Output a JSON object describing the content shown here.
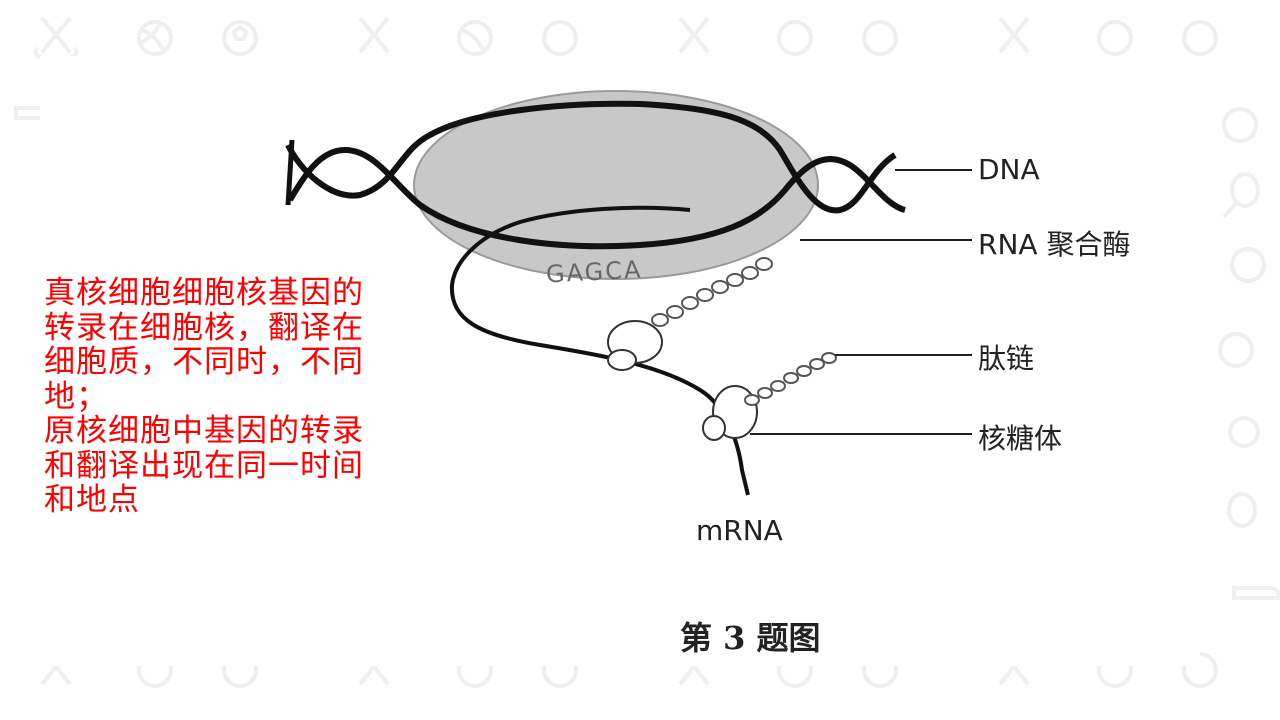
{
  "diagram": {
    "labels": {
      "dna": "DNA",
      "rna_polymerase": "RNA 聚合酶",
      "peptide_chain": "肽链",
      "ribosome": "核糖体",
      "mrna": "mRNA",
      "sequence": "GAGCA"
    },
    "caption": "第 3 题图"
  },
  "note": {
    "paragraph1": "真核细胞细胞核基因的转录在细胞核，翻译在细胞质，不同时，不同地；",
    "paragraph2": "原核细胞中基因的转录和翻译出现在同一时间和地点"
  },
  "colors": {
    "note_text": "#ff0000",
    "polymerase_fill": "#c8c8c8",
    "strand": "#111111"
  },
  "background": {
    "pattern_icons": [
      "hockey-sticks-icon",
      "volleyball-icon",
      "soccer-ball-icon",
      "sneaker-icon",
      "badminton-shuttle-icon",
      "tennis-ball-icon",
      "jersey-icon",
      "basketball-icon",
      "tennis-racket-icon"
    ]
  }
}
